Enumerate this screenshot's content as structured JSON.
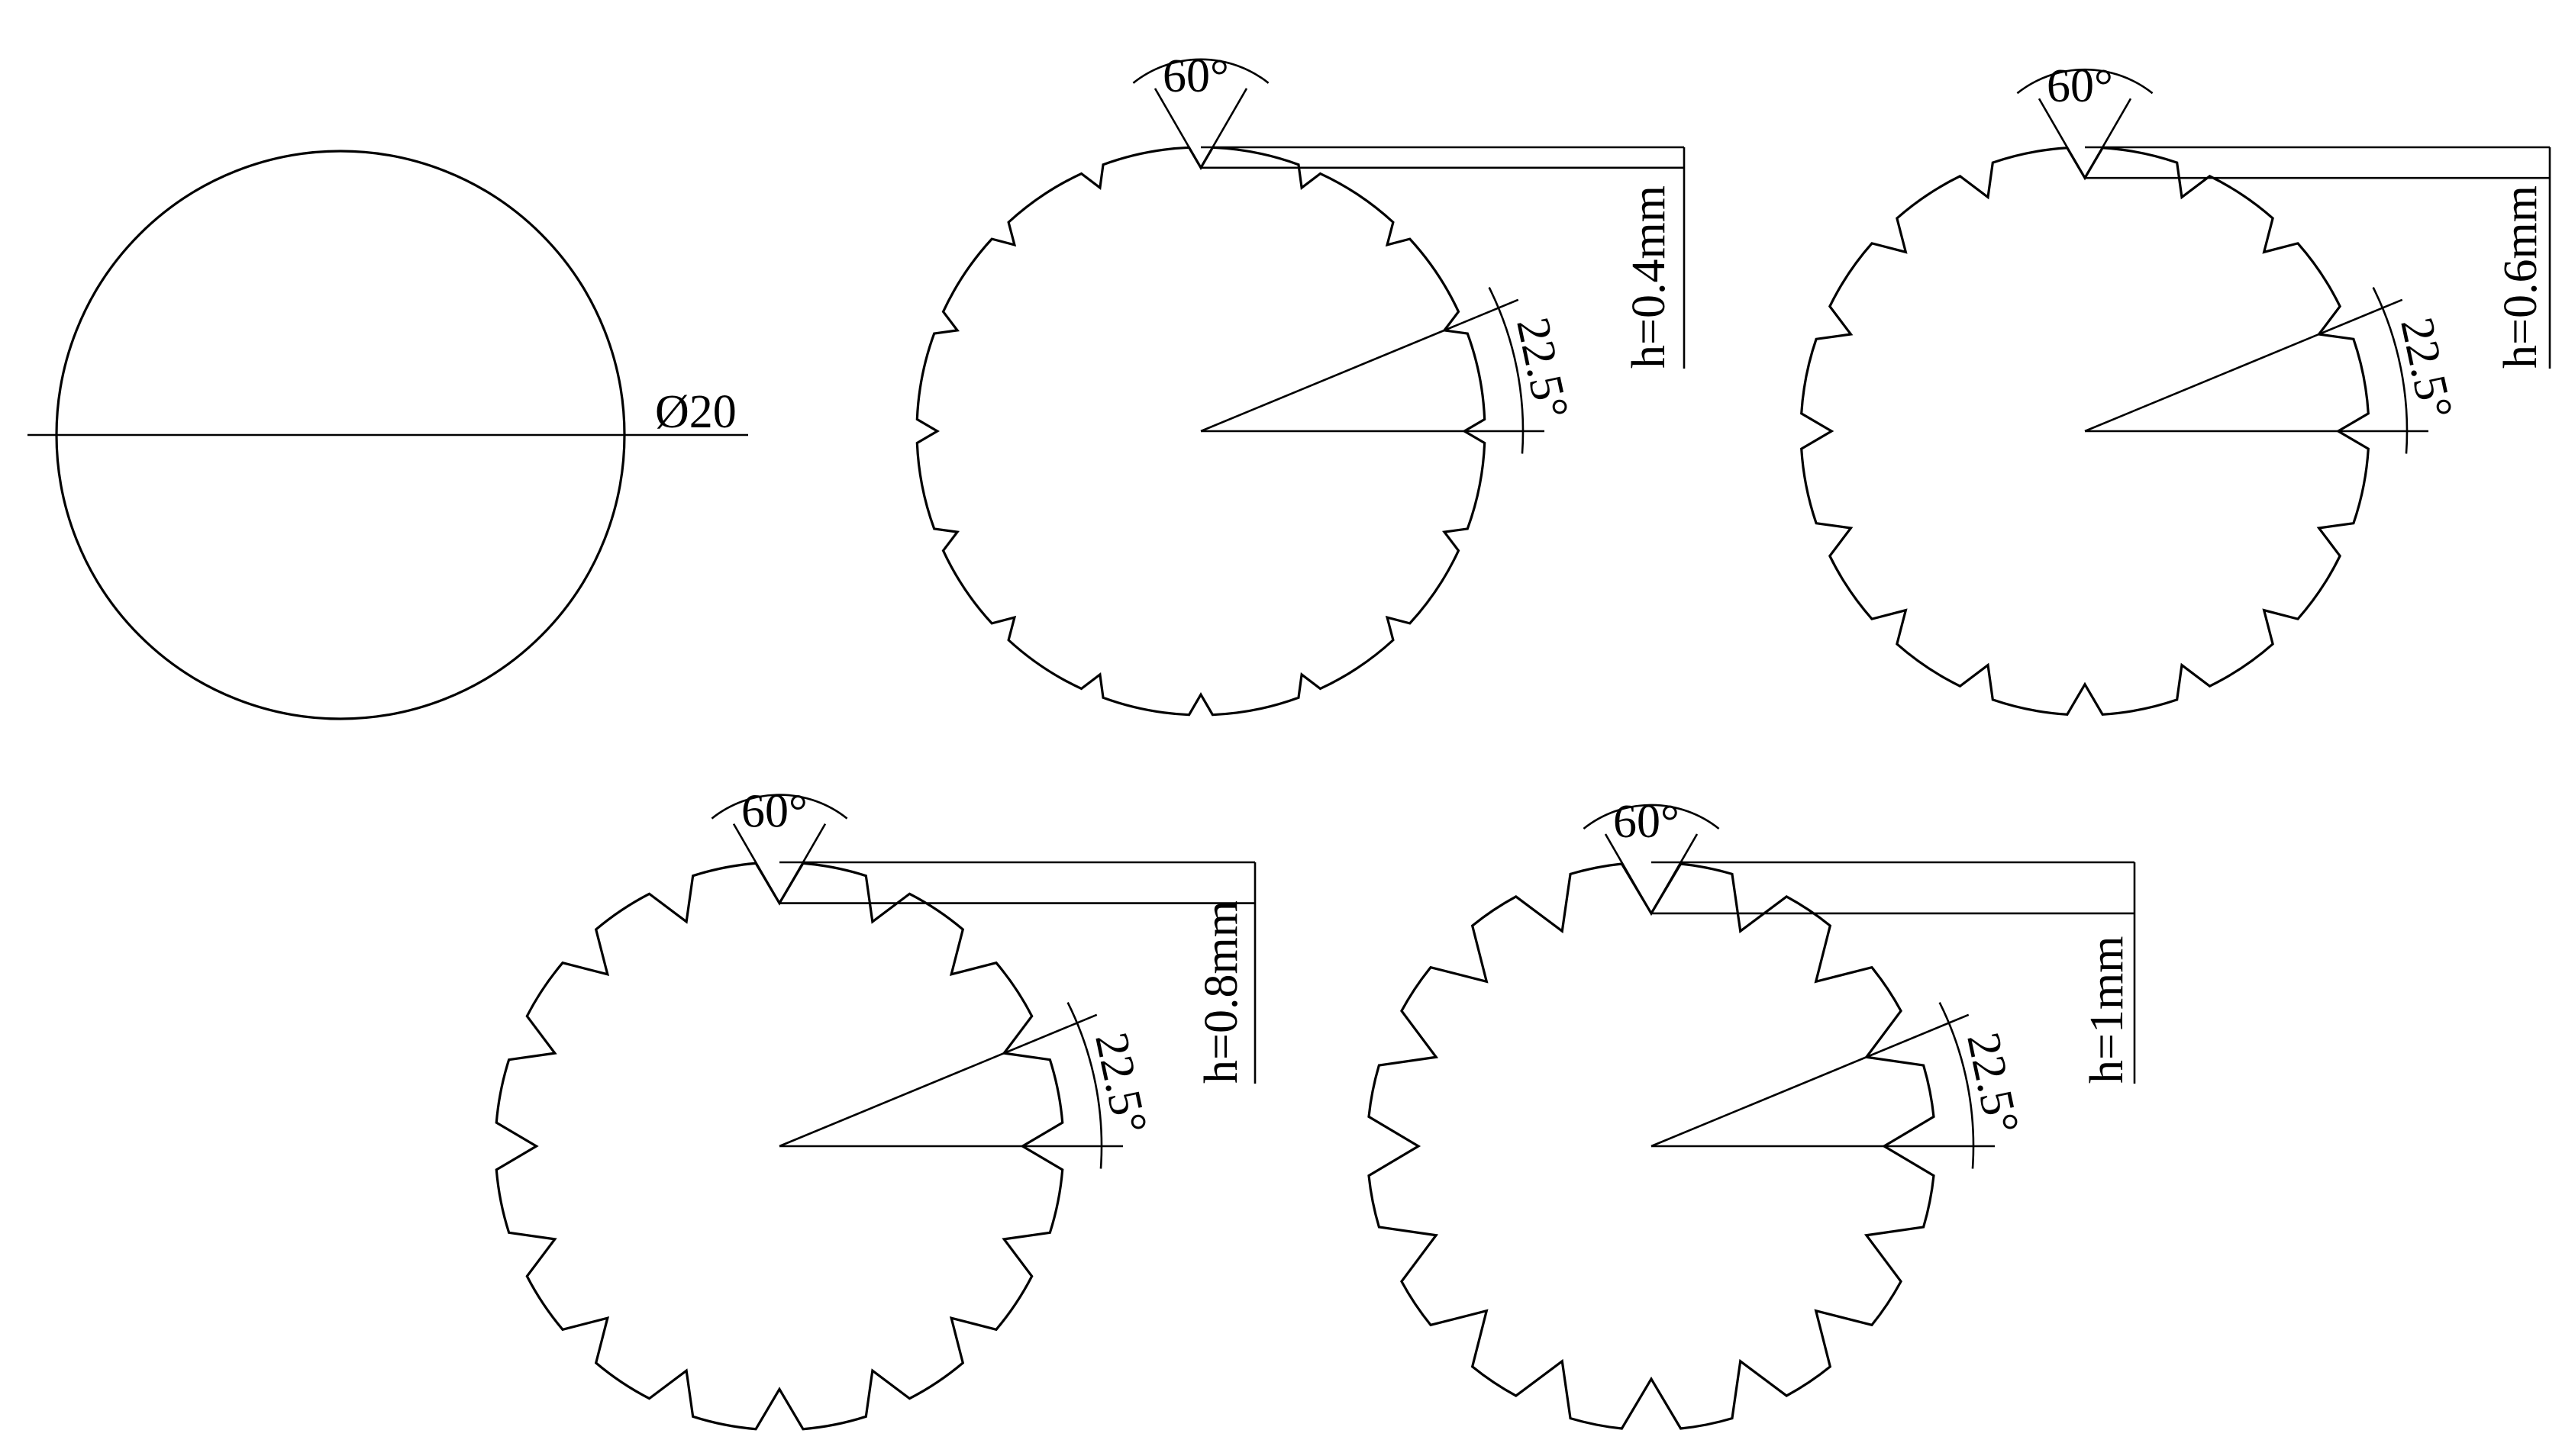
{
  "plain_section": {
    "diameter_label": "Ø20"
  },
  "grooved_sections": [
    {
      "notch_angle_label": "60°",
      "pitch_angle_label": "22.5°",
      "depth_label": "h=0.4mm",
      "depth_mm": 0.4
    },
    {
      "notch_angle_label": "60°",
      "pitch_angle_label": "22.5°",
      "depth_label": "h=0.6mm",
      "depth_mm": 0.6
    },
    {
      "notch_angle_label": "60°",
      "pitch_angle_label": "22.5°",
      "depth_label": "h=0.8mm",
      "depth_mm": 0.8
    },
    {
      "notch_angle_label": "60°",
      "pitch_angle_label": "22.5°",
      "depth_label": "h=1mm",
      "depth_mm": 1.0
    }
  ],
  "geometry": {
    "notch_count": 16,
    "notch_included_angle_deg": 60,
    "notch_pitch_deg": 22.5,
    "rod_diameter_mm": 20
  }
}
